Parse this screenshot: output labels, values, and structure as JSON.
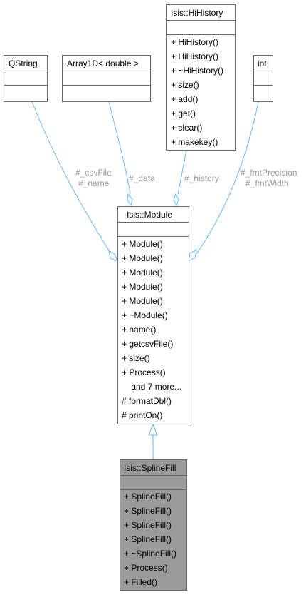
{
  "classes": {
    "qstring": {
      "title": "QString"
    },
    "array1d": {
      "title": "Array1D< double >"
    },
    "hihistory": {
      "title": "Isis::HiHistory",
      "methods": [
        "+  HiHistory()",
        "+  HiHistory()",
        "+  ~HiHistory()",
        "+  size()",
        "+  add()",
        "+  get()",
        "+  clear()",
        "+  makekey()"
      ]
    },
    "int": {
      "title": "int"
    },
    "module": {
      "title": "Isis::Module",
      "methods": [
        "+  Module()",
        "+  Module()",
        "+  Module()",
        "+  Module()",
        "+  Module()",
        "+  ~Module()",
        "+  name()",
        "+  getcsvFile()",
        "+  size()",
        "+  Process()",
        "    and 7 more...",
        "#  formatDbl()",
        "#  printOn()"
      ]
    },
    "splinefill": {
      "title": "Isis::SplineFill",
      "methods": [
        "+  SplineFill()",
        "+  SplineFill()",
        "+  SplineFill()",
        "+  SplineFill()",
        "+  ~SplineFill()",
        "+  Process()",
        "+  Filled()"
      ]
    }
  },
  "edge_labels": {
    "csvfile": "#_csvFile",
    "name": "#_name",
    "data": "#_data",
    "history": "#_history",
    "fmtprecision": "#_fmtPrecision",
    "fmtwidth": "#_fmtWidth"
  }
}
